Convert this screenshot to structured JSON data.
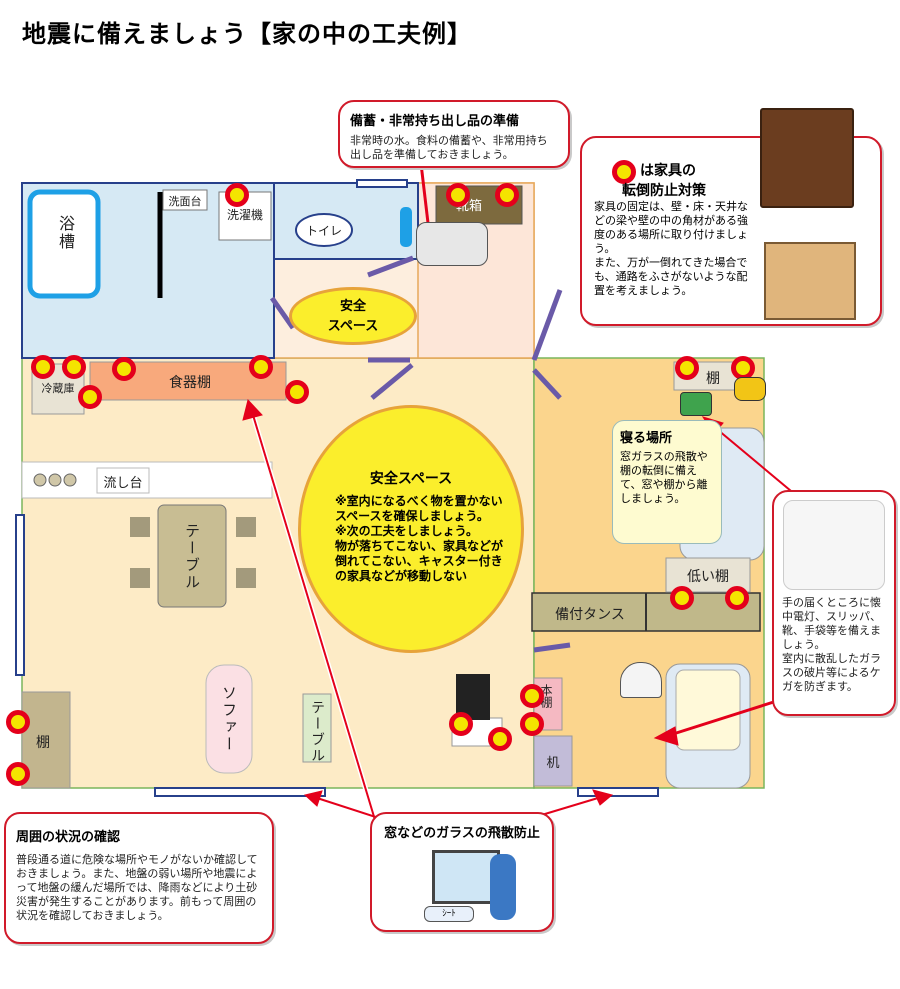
{
  "title": "地震に備えましょう【家の中の工夫例】",
  "rooms": {
    "bathtub": "浴槽",
    "sink": "洗面台",
    "washer": "洗濯機",
    "toilet": "トイレ",
    "shoe_cabinet": "靴箱",
    "fridge": "冷蔵庫",
    "dish_shelf": "食器棚",
    "kitchen_sink": "流し台",
    "table": "テーブル",
    "sofa": "ソファー",
    "side_table": "テーブル",
    "shelf_left": "棚",
    "shelf_right": "棚",
    "low_shelf": "低い棚",
    "wardrobe": "備付タンス",
    "bookshelf": "本棚",
    "desk": "机"
  },
  "safe_space_small": "安全\nスペース",
  "safe_space_big": {
    "heading": "安全スペース",
    "body": "※室内になるべく物を置かないスペースを確保しましょう。\n※次の工夫をしましょう。\n物が落ちてこない、家具などが倒れてこない、キャスター付きの家具などが移動しない"
  },
  "sleeping_area": {
    "heading": "寝る場所",
    "body": "窓ガラスの飛散や棚の転倒に備えて、窓や棚から離しましょう。"
  },
  "callouts": {
    "stockpile": {
      "heading": "備蓄・非常持ち出し品の準備",
      "body": "非常時の水。食料の備蓄や、非常用持ち出し品を準備しておきましょう。"
    },
    "furniture": {
      "heading_line1": "は家具の",
      "heading_line2": "転倒防止対策",
      "body": "家具の固定は、壁・床・天井などの梁や壁の中の角材がある強度のある場所に取り付けましょう。\nまた、万が一倒れてきた場合でも、通路をふさがないような配置を考えましょう。"
    },
    "supplies": {
      "body": "手の届くところに懐中電灯、スリッパ、靴、手袋等を備えましょう。\n室内に散乱したガラスの破片等によるケガを防ぎます。"
    },
    "surroundings": {
      "heading": "周囲の状況の確認",
      "body": "普段通る道に危険な場所やモノがないか確認しておきましょう。また、地盤の弱い場所や地震によって地盤の緩んだ場所では、降雨などにより土砂災害が発生することがあります。前もって周囲の状況を確認しておきましょう。"
    },
    "glass": {
      "heading": "窓などのガラスの飛散防止",
      "film_label": "ｼｰﾄ"
    }
  },
  "colors": {
    "accent_red": "#d11a2a",
    "marker_yellow": "#f4e400",
    "bath_blue": "#d6e9f4",
    "floor_cream": "#fdebc6",
    "bedroom_orange": "#fbd58d"
  }
}
